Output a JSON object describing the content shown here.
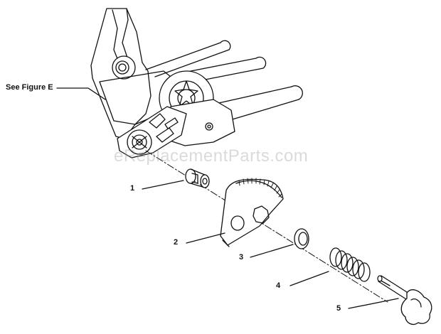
{
  "figure_ref": "See Figure E",
  "watermark": "eReplacementParts.com",
  "callouts": [
    "1",
    "2",
    "3",
    "4",
    "5"
  ],
  "colors": {
    "line": "#111111",
    "background": "#ffffff",
    "watermark": "#969696"
  }
}
